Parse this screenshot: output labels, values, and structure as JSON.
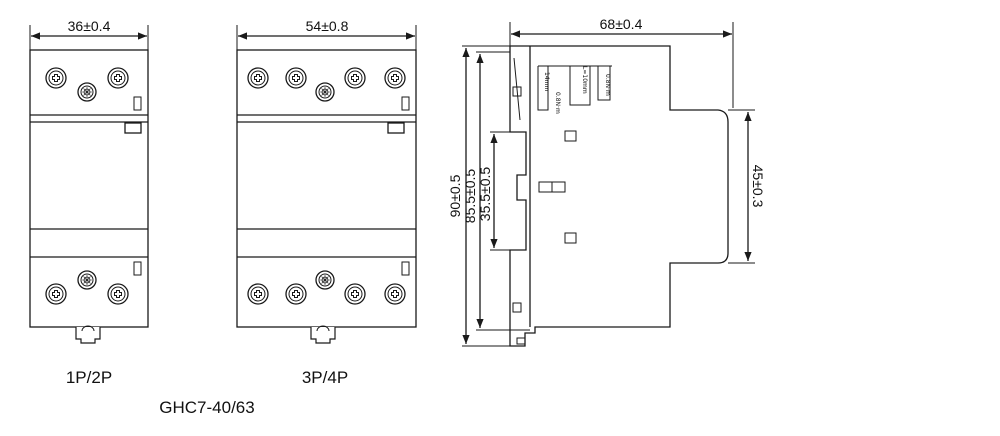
{
  "dims": {
    "width_1p": "36±0.4",
    "width_3p": "54±0.8",
    "depth": "68±0.4",
    "height_total": "90±0.5",
    "height_body": "85.5±0.5",
    "height_mid": "35.5±0.5",
    "height_front": "45±0.3"
  },
  "labels": {
    "variant_1p": "1P/2P",
    "variant_3p": "3P/4P",
    "model": "GHC7-40/63"
  },
  "side_annotations": {
    "strip_1": "14mm",
    "strip_2": "L=10mm",
    "torque_1": "0.8N·m",
    "torque_2": "0.8N·m"
  }
}
